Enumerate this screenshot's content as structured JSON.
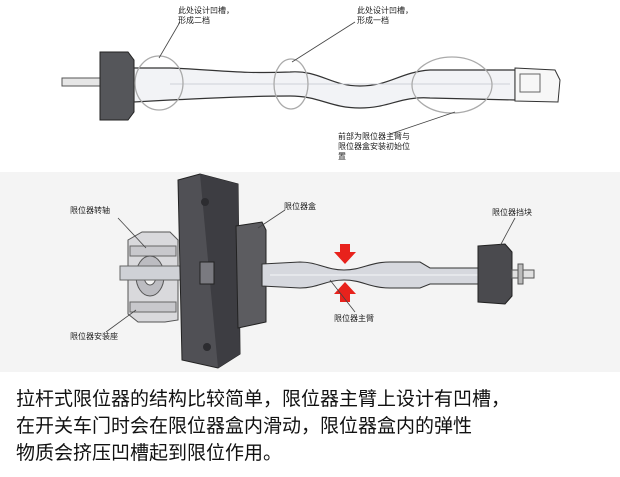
{
  "top": {
    "groove2_label": "此处设计凹槽，\n形成二档",
    "groove1_label": "此处设计凹槽，\n形成一档",
    "front_label": "前部为限位器主臂与\n限位器盒安装初始位\n置"
  },
  "bottom": {
    "shaft_label": "限位器转轴",
    "box_label": "限位器盒",
    "stop_label": "限位器挡块",
    "arm_label": "限位器主臂",
    "mount_label": "限位器安装座"
  },
  "caption": "拉杆式限位器的结构比较简单，限位器主臂上设计有凹槽，\n在开关车门时会在限位器盒内滑动，限位器盒内的弹性\n物质会挤压凹槽起到限位作用。",
  "colors": {
    "arrow": "#e8221c",
    "dark_part": "#4a4a4e",
    "arm": "#c9ccd3"
  }
}
